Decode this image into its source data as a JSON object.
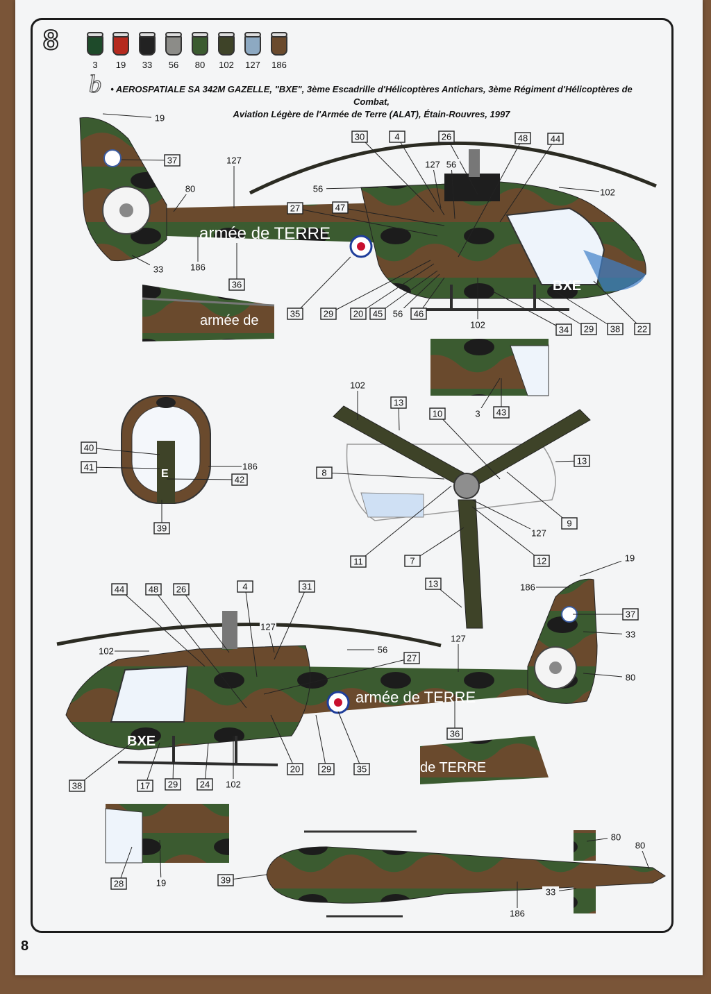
{
  "page": {
    "number": "8"
  },
  "step": {
    "number": "8",
    "variant": "b"
  },
  "paints": [
    "3",
    "19",
    "33",
    "56",
    "80",
    "102",
    "127",
    "186"
  ],
  "paint_colors": {
    "3": "#1e4a2a",
    "19": "#b52a1e",
    "33": "#222222",
    "56": "#8c8c88",
    "80": "#3b5b30",
    "102": "#3e4328",
    "127": "#8da9c2",
    "186": "#6a4a2d"
  },
  "title": {
    "line1": "• AEROSPATIALE SA 342M GAZELLE, \"BXE\", 3ème Escadrille d'Hélicoptères Antichars, 3ème Régiment d'Hélicoptères de Combat,",
    "line2": "Aviation Légère de l'Armée de Terre (ALAT), Étain-Rouvres, 1997"
  },
  "markings": {
    "fuselage_text": "armée de TERRE",
    "fuselage_text_partial": "armée de",
    "fuselage_text_partial2": "de TERRE",
    "code": "BXE",
    "code_short": "E"
  },
  "top_side": {
    "boxed": [
      "37",
      "27",
      "47",
      "36",
      "35",
      "29",
      "20",
      "45",
      "46",
      "30",
      "4",
      "26",
      "48",
      "44",
      "34",
      "29",
      "38",
      "22"
    ],
    "plain": [
      "19",
      "127",
      "80",
      "33",
      "186",
      "56",
      "127",
      "56",
      "102",
      "56",
      "102"
    ]
  },
  "callouts": {
    "c19a": "19",
    "c37a": "37",
    "c127a": "127",
    "c80a": "80",
    "c33a": "33",
    "c186a": "186",
    "c36a": "36",
    "c35a": "35",
    "c29a": "29",
    "c20a": "20",
    "c45a": "45",
    "c56a": "56",
    "c46a": "46",
    "c102a": "102",
    "c34a": "34",
    "c29b": "29",
    "c38a": "38",
    "c22a": "22",
    "c27a": "27",
    "c47a": "47",
    "c56b": "56",
    "c30": "30",
    "c4a": "4",
    "c26a": "26",
    "c127b": "127",
    "c56c": "56",
    "c48a": "48",
    "c44a": "44",
    "c102b": "102",
    "c3": "3",
    "c43": "43",
    "c102c": "102",
    "c13a": "13",
    "c10": "10",
    "c13b": "13",
    "c8": "8",
    "c9": "9",
    "c127c": "127",
    "c11": "11",
    "c7": "7",
    "c12": "12",
    "c13c": "13",
    "c40": "40",
    "c41": "41",
    "c186b": "186",
    "c42": "42",
    "c39a": "39",
    "c19b": "19",
    "c186c": "186",
    "c37b": "37",
    "c33b": "33",
    "c127d": "127",
    "c80b": "80",
    "c36b": "36",
    "c44b": "44",
    "c48b": "48",
    "c26b": "26",
    "c4b": "4",
    "c31": "31",
    "c127e": "127",
    "c102d": "102",
    "c56d": "56",
    "c27b": "27",
    "c35b": "35",
    "c20b": "20",
    "c29c": "29",
    "c38b": "38",
    "c17": "17",
    "c29d": "29",
    "c24": "24",
    "c102e": "102",
    "c28": "28",
    "c19c": "19",
    "c39b": "39",
    "c80c": "80",
    "c80d": "80",
    "c33c": "33",
    "c186d": "186"
  }
}
